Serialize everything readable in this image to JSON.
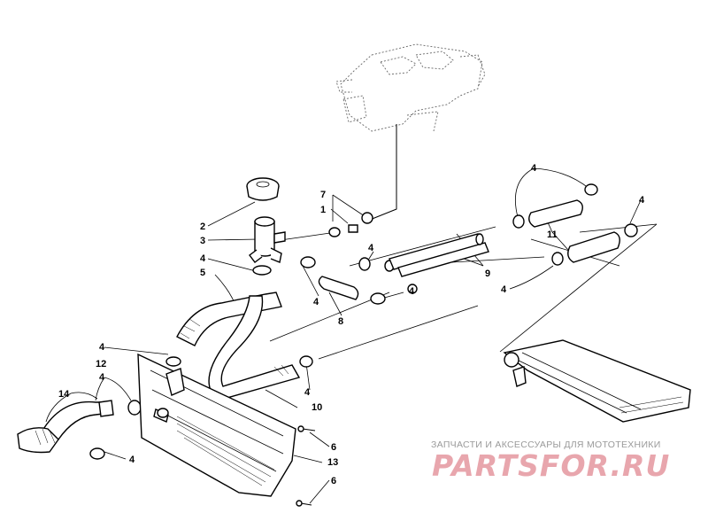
{
  "callouts": [
    "1",
    "2",
    "3",
    "4",
    "5",
    "6",
    "7",
    "8",
    "9",
    "10",
    "11",
    "12",
    "13",
    "14"
  ],
  "watermark": {
    "caption": "ЗАПЧАСТИ И АКСЕССУАРЫ ДЛЯ МОТОТЕХНИКИ",
    "logo_text": "PARTSFOR.RU",
    "logo_color": "#e8a6ad",
    "caption_color": "#9a9a9a"
  }
}
